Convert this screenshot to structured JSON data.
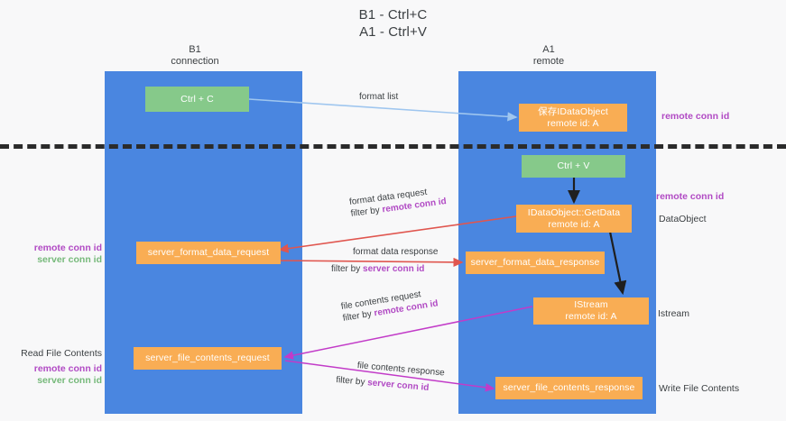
{
  "title": {
    "line1": "B1 - Ctrl+C",
    "line2": "A1 - Ctrl+V"
  },
  "columns": [
    {
      "name": "B1",
      "sub": "connection"
    },
    {
      "name": "A1",
      "sub": "remote"
    }
  ],
  "nodes": {
    "ctrl_c": "Ctrl + C",
    "save_idataobject_l1": "保存IDataObject",
    "save_idataobject_l2": "remote id: A",
    "ctrl_v": "Ctrl + V",
    "getdata_l1": "IDataObject::GetData",
    "getdata_l2": "remote id: A",
    "server_format_data_request": "server_format_data_request",
    "server_format_data_response": "server_format_data_response",
    "istream_l1": "IStream",
    "istream_l2": "remote id: A",
    "server_file_contents_request": "server_file_contents_request",
    "server_file_contents_response": "server_file_contents_response"
  },
  "edges": [
    {
      "id": "format-list",
      "plain": "format list",
      "filter_prefix": "",
      "filter_key": ""
    },
    {
      "id": "format-data-request",
      "plain": "format data request",
      "filter_prefix": "filter by ",
      "filter_key": "remote conn id"
    },
    {
      "id": "format-data-response",
      "plain": "format data response",
      "filter_prefix": "filter by ",
      "filter_key": "server conn id"
    },
    {
      "id": "file-contents-request",
      "plain": "file contents request",
      "filter_prefix": "filter by ",
      "filter_key": "remote conn id"
    },
    {
      "id": "file-contents-response",
      "plain": "file contents response",
      "filter_prefix": "filter by ",
      "filter_key": "server conn id"
    }
  ],
  "right_labels": [
    {
      "id": "remote-conn-id-top",
      "text": "remote conn id",
      "style": "purple"
    },
    {
      "id": "remote-conn-id-mid",
      "text": "remote conn id",
      "style": "purple"
    },
    {
      "id": "dataobject",
      "text": "DataObject",
      "style": "plain"
    },
    {
      "id": "istream",
      "text": "Istream",
      "style": "plain"
    },
    {
      "id": "write-file-contents",
      "text": "Write File Contents",
      "style": "plain"
    }
  ],
  "left_labels": [
    {
      "id": "remote-conn-id-left-1",
      "text": "remote conn id",
      "style": "purple"
    },
    {
      "id": "server-conn-id-left-1",
      "text": "server conn id",
      "style": "green"
    },
    {
      "id": "read-file-contents",
      "text": "Read File Contents",
      "style": "plain"
    },
    {
      "id": "remote-conn-id-left-2",
      "text": "remote conn id",
      "style": "purple"
    },
    {
      "id": "server-conn-id-left-2",
      "text": "server conn id",
      "style": "green"
    }
  ],
  "colors": {
    "lane": "#4a86e0",
    "green_node": "#86c98a",
    "orange_node": "#f9ad54",
    "arrow_blue": "#9fc6ef",
    "arrow_red": "#e0564f",
    "arrow_magenta": "#c23bc8",
    "arrow_black": "#1f1f1f",
    "accent_purple": "#b14ac4",
    "accent_green": "#76b97a",
    "divider": "#2b2b2b",
    "background": "#f8f8f9"
  }
}
